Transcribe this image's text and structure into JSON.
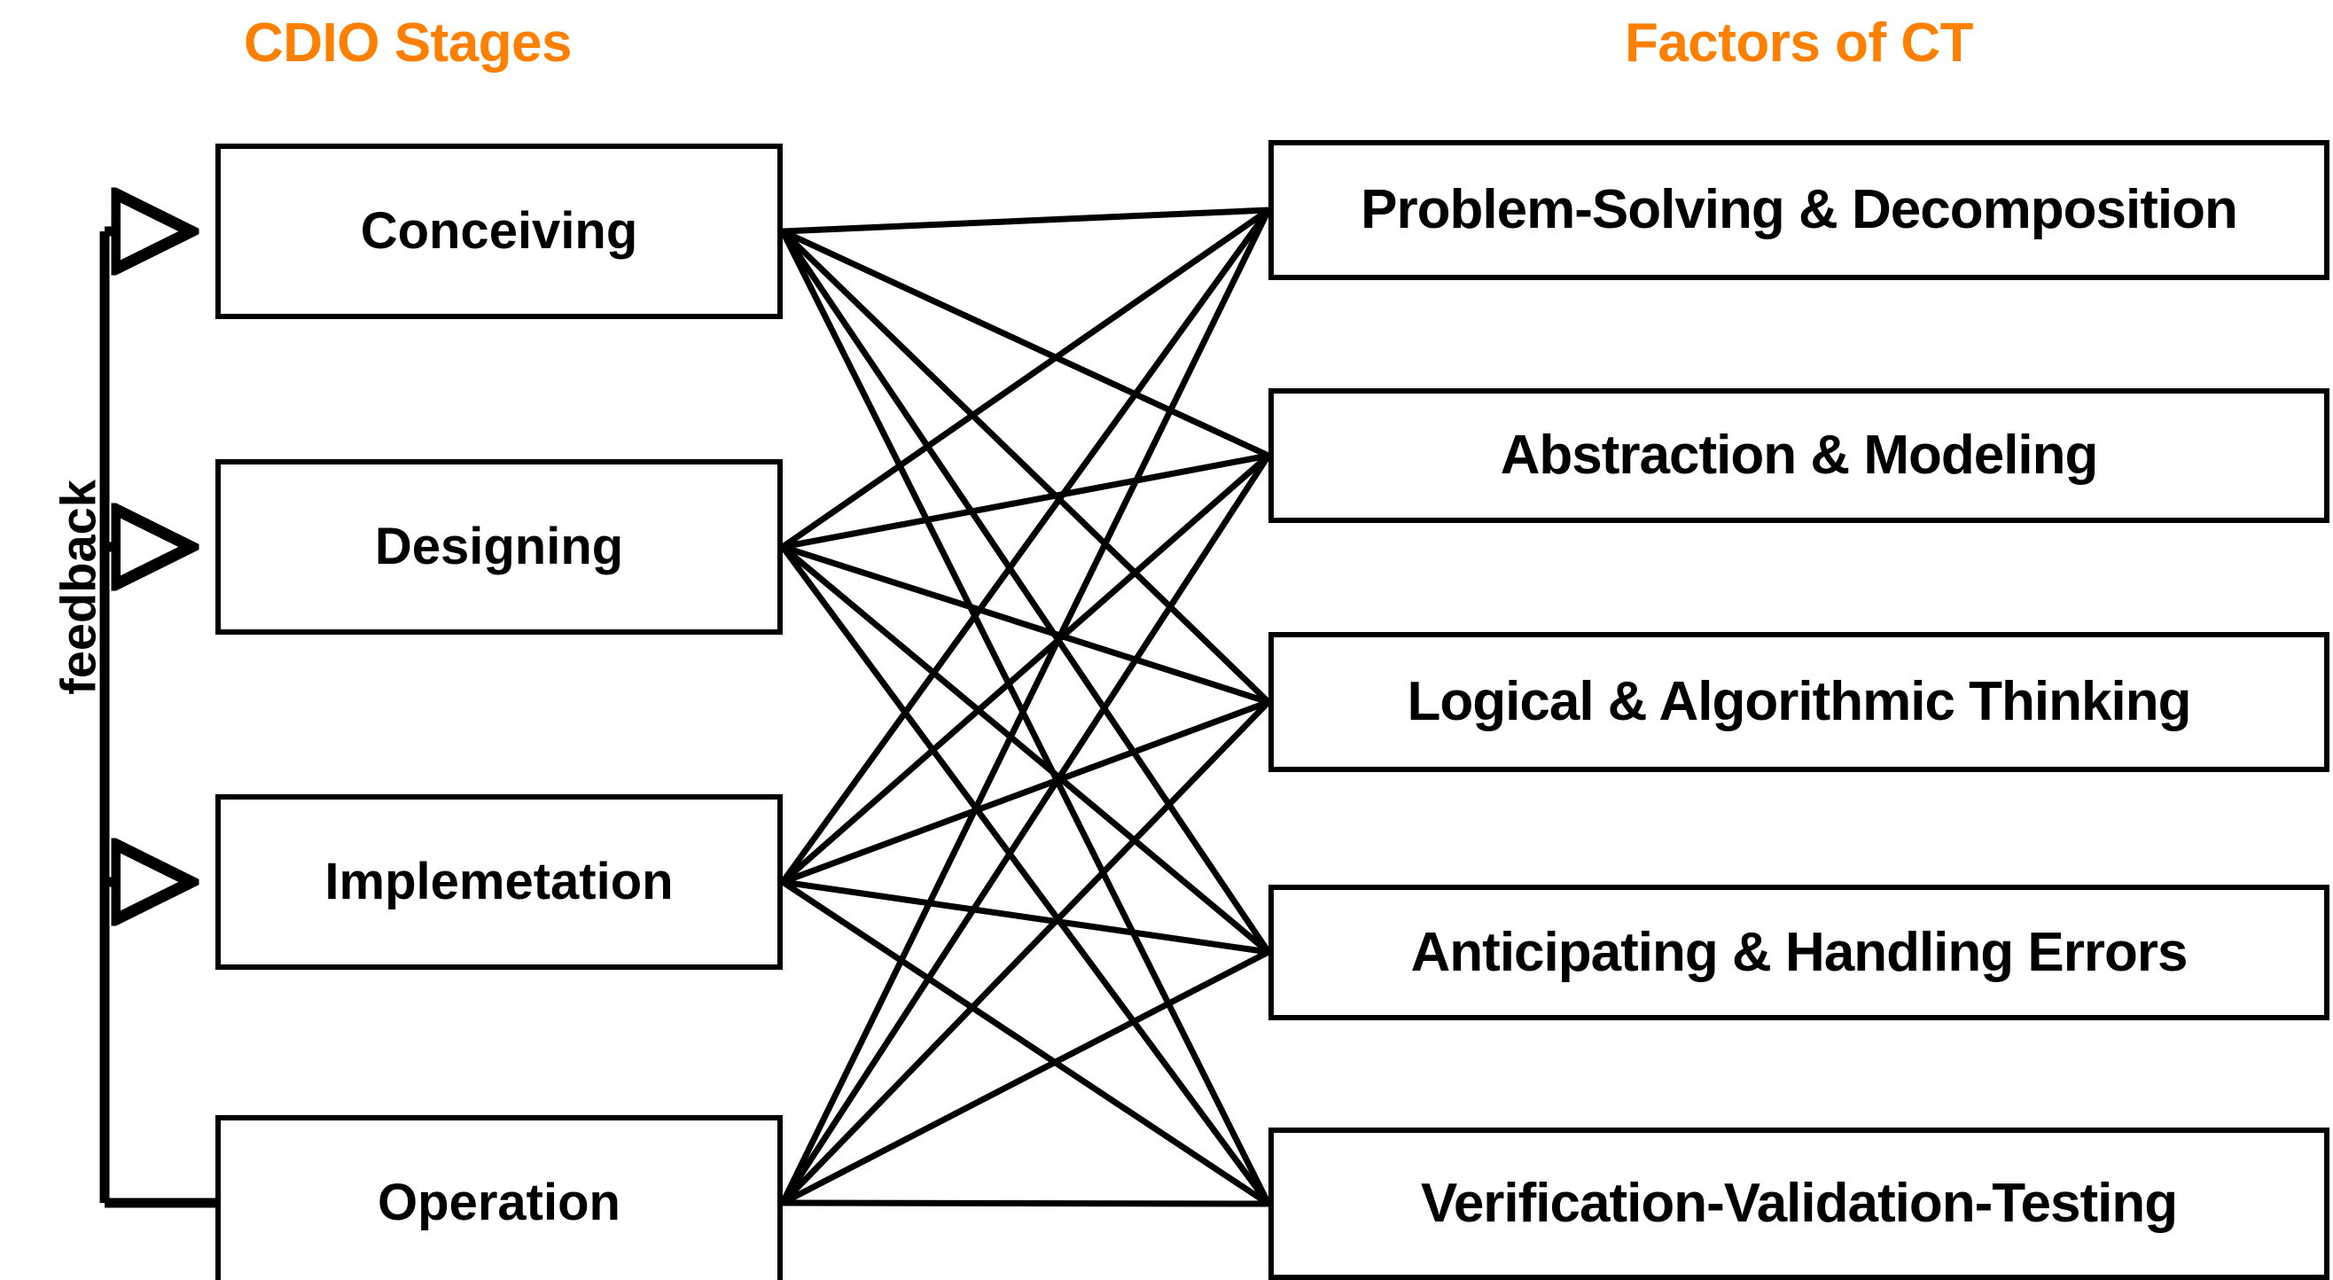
{
  "titles": {
    "left": "CDIO Stages",
    "right": "Factors of CT",
    "accent_color": "#FF8000"
  },
  "feedback": {
    "label": "feedback",
    "color": "#000000"
  },
  "diagram": {
    "type": "bipartite-mapping",
    "line_color": "#000000",
    "box_border_color": "#000000",
    "box_fill_color": "#FFFFFF",
    "left_nodes": [
      {
        "id": "conceiving",
        "label": "Conceiving"
      },
      {
        "id": "designing",
        "label": "Designing"
      },
      {
        "id": "implemetation",
        "label": "Implemetation"
      },
      {
        "id": "operation",
        "label": "Operation"
      }
    ],
    "right_nodes": [
      {
        "id": "problem-solving",
        "label": "Problem-Solving & Decomposition"
      },
      {
        "id": "abstraction",
        "label": "Abstraction & Modeling"
      },
      {
        "id": "logical",
        "label": "Logical & Algorithmic Thinking"
      },
      {
        "id": "anticipating",
        "label": "Anticipating & Handling Errors"
      },
      {
        "id": "verification",
        "label": "Verification-Validation-Testing"
      }
    ],
    "edges": [
      [
        "conceiving",
        "problem-solving"
      ],
      [
        "conceiving",
        "abstraction"
      ],
      [
        "conceiving",
        "logical"
      ],
      [
        "conceiving",
        "anticipating"
      ],
      [
        "conceiving",
        "verification"
      ],
      [
        "designing",
        "problem-solving"
      ],
      [
        "designing",
        "abstraction"
      ],
      [
        "designing",
        "logical"
      ],
      [
        "designing",
        "anticipating"
      ],
      [
        "designing",
        "verification"
      ],
      [
        "implemetation",
        "problem-solving"
      ],
      [
        "implemetation",
        "abstraction"
      ],
      [
        "implemetation",
        "logical"
      ],
      [
        "implemetation",
        "anticipating"
      ],
      [
        "implemetation",
        "verification"
      ],
      [
        "operation",
        "problem-solving"
      ],
      [
        "operation",
        "abstraction"
      ],
      [
        "operation",
        "logical"
      ],
      [
        "operation",
        "anticipating"
      ],
      [
        "operation",
        "verification"
      ]
    ],
    "feedback_targets": [
      "conceiving",
      "designing",
      "implemetation"
    ],
    "feedback_source": "operation"
  }
}
